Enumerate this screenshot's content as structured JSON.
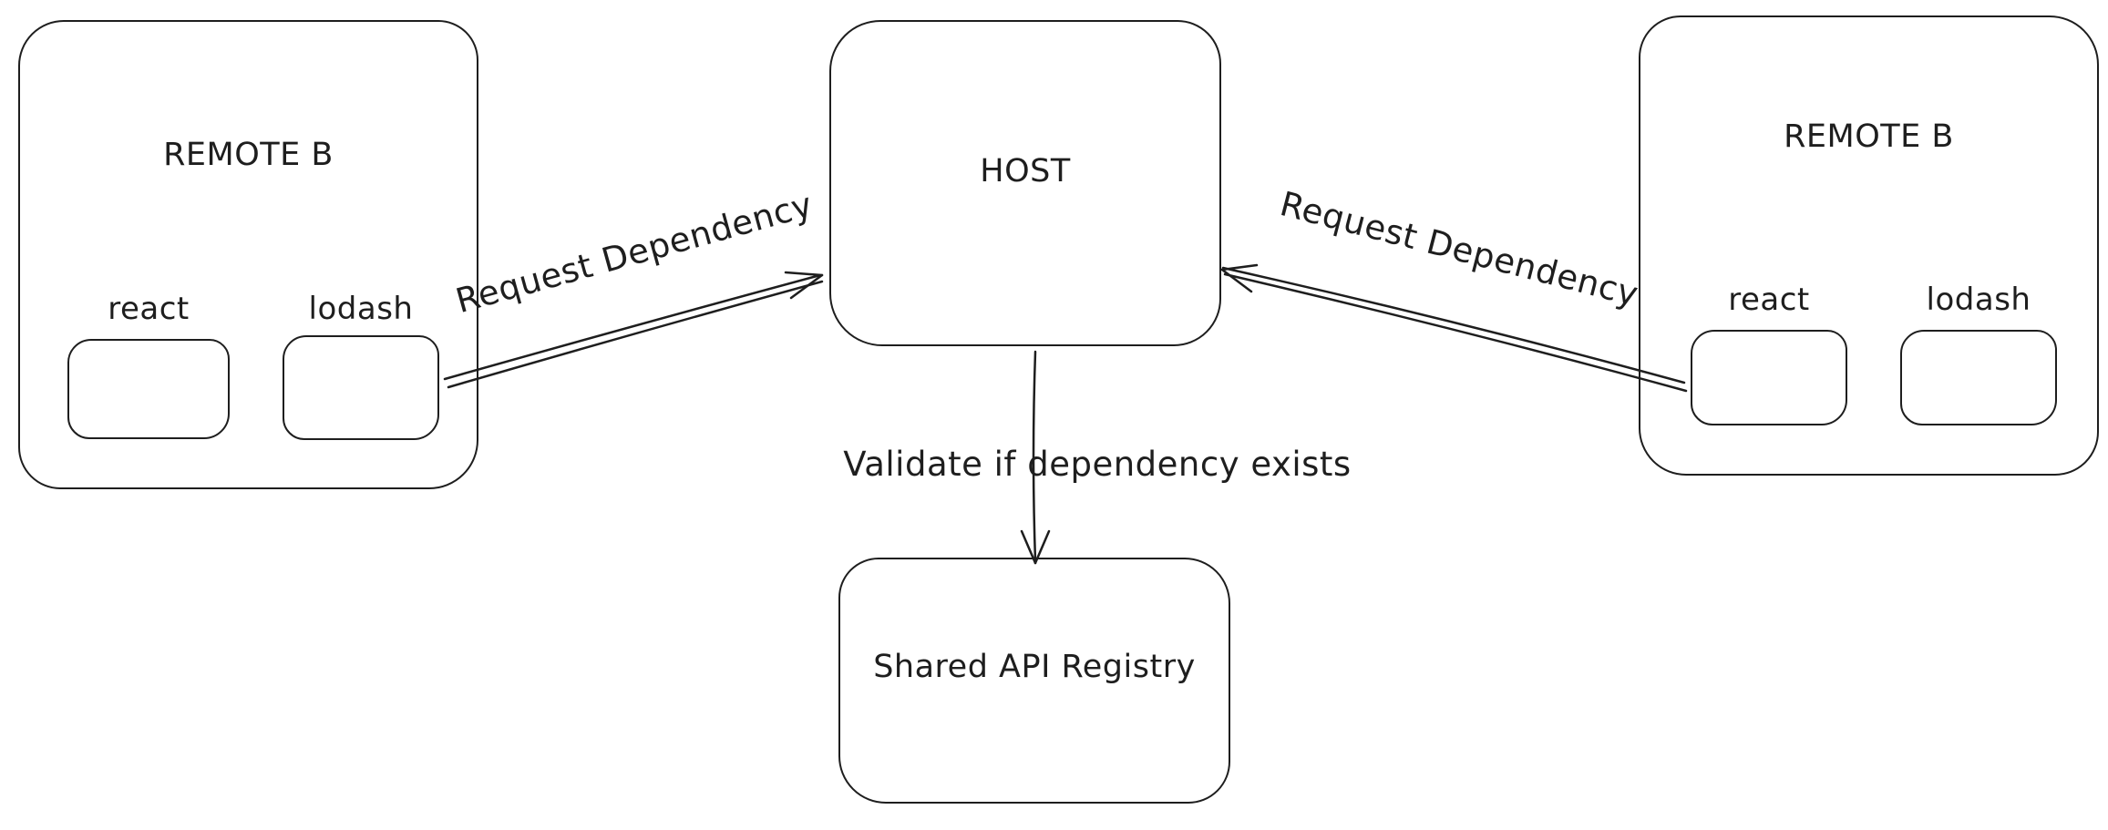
{
  "canvas": {
    "background": "#ffffff",
    "stroke_color": "#1e1e1e"
  },
  "nodes": {
    "remote_left": {
      "title": "REMOTE B",
      "modules": [
        {
          "label": "react"
        },
        {
          "label": "lodash"
        }
      ]
    },
    "host": {
      "title": "HOST"
    },
    "remote_right": {
      "title": "REMOTE B",
      "modules": [
        {
          "label": "react"
        },
        {
          "label": "lodash"
        }
      ]
    },
    "registry": {
      "title": "Shared API Registry"
    }
  },
  "edges": [
    {
      "from": "remote_left",
      "to": "host",
      "label": "Request Dependency"
    },
    {
      "from": "remote_right",
      "to": "host",
      "label": "Request Dependency"
    },
    {
      "from": "host",
      "to": "registry",
      "label": "Validate if dependency exists"
    }
  ]
}
